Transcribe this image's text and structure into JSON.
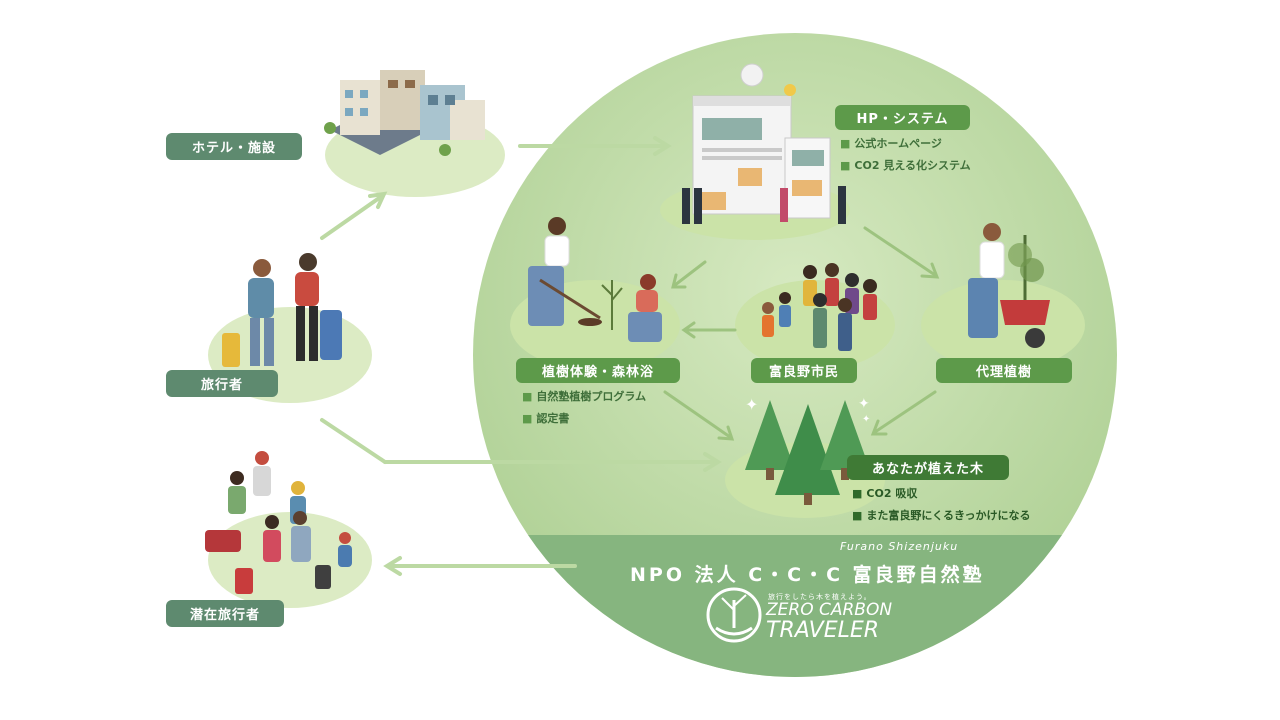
{
  "left": {
    "hotel_label": "ホテル・施設",
    "traveler_label": "旅行者",
    "potential_label": "潜在旅行者"
  },
  "circle": {
    "hp": {
      "title": "HP・システム",
      "items": [
        "公式ホームページ",
        "CO2 見える化システム"
      ]
    },
    "planting": {
      "title": "植樹体験・森林浴",
      "items": [
        "自然塾植樹プログラム",
        "認定書"
      ]
    },
    "citizens": {
      "title": "富良野市民"
    },
    "proxy": {
      "title": "代理植樹"
    },
    "tree": {
      "title": "あなたが植えた木",
      "items": [
        "CO2 吸収",
        "また富良野にくるきっかけになる"
      ]
    }
  },
  "footer": {
    "en_name": "Furano Shizenjuku",
    "org_name": "NPO 法人 C・C・C 富良野自然塾",
    "tagline": "旅行をしたら木を植えよう。",
    "logo_line1": "ZERO CARBON",
    "logo_line2": "TRAVELER"
  },
  "colors": {
    "circle": "#bcd9a3",
    "pill_left": "#5e8a6f",
    "pill_green": "#5d9a4a",
    "arrow": "#bcd9a3"
  }
}
